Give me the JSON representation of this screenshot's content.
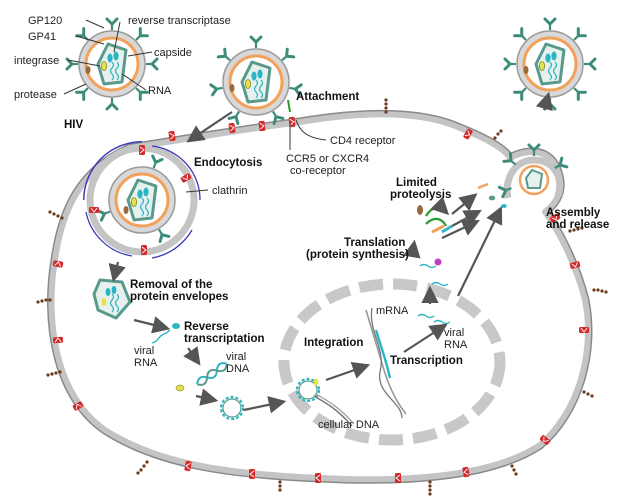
{
  "virion_labels": {
    "gp120": "GP120",
    "gp41": "GP41",
    "reverse_transcriptase": "reverse transcriptase",
    "capsid": "capside",
    "integrase": "integrase",
    "rna": "RNA",
    "protease": "protease",
    "hiv": "HIV"
  },
  "steps": {
    "attachment": "Attachment",
    "cd4": "CD4 receptor",
    "ccr5_line1": "CCR5 or CXCR4",
    "ccr5_line2": "co-receptor",
    "endocytosis": "Endocytosis",
    "clathrin": "clathrin",
    "removal_line1": "Removal of the",
    "removal_line2": "protein envelopes",
    "rt_line1": "Reverse",
    "rt_line2": "transcriptation",
    "viral_rna_line1": "viral",
    "viral_rna_line2": "RNA",
    "viral_dna_line1": "viral",
    "viral_dna_line2": "DNA",
    "integration": "Integration",
    "cellular_dna": "cellular DNA",
    "mrna": "mRNA",
    "transcription": "Transcription",
    "viral_rna2_line1": "viral",
    "viral_rna2_line2": "RNA",
    "translation_line1": "Translation",
    "translation_line2": "(protein synthesis)",
    "limited_line1": "Limited",
    "limited_line2": "proteolysis",
    "assembly_line1": "Assembly",
    "assembly_line2": "and release"
  },
  "colors": {
    "membrane": "#c4c4c4",
    "membrane_edge": "#8a8a8a",
    "envelope_orange": "#f2a15a",
    "capsid_teal": "#5a9a8c",
    "spike": "#3d8b7a",
    "rna": "#2bb5c4",
    "receptor": "#d42a2a",
    "clathrin": "#3a3ab8",
    "arrow": "#555555",
    "nucleus": "#c8c8c8",
    "enzyme_yellow": "#e3e34a",
    "protease_brown": "#9a6a3a",
    "purple": "#c040c0"
  }
}
